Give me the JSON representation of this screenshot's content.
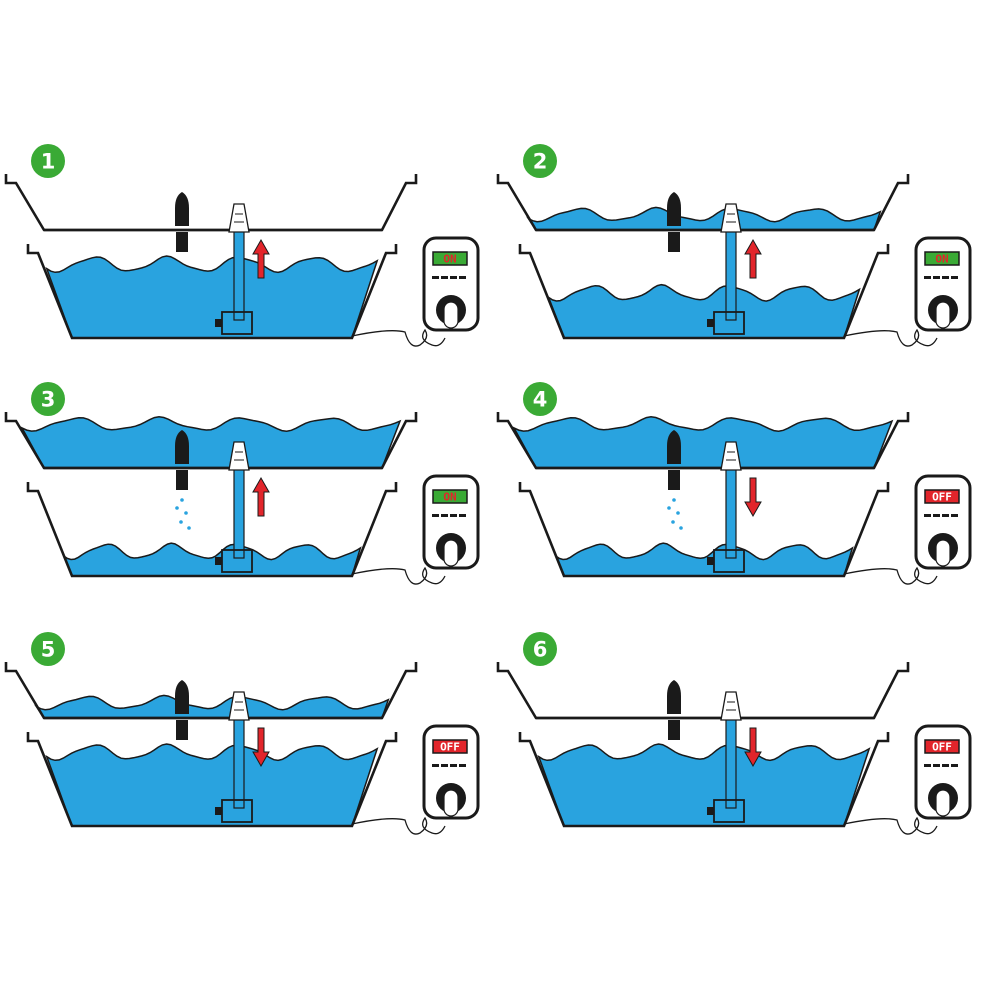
{
  "colors": {
    "water": "#29a3df",
    "line": "#1a1a1a",
    "badge": "#3aaa35",
    "arrow": "#e2252b",
    "on_screen": "#3aaa35",
    "off_screen": "#e2252b",
    "screen_text": "#e2252b",
    "drip": "#29a3df"
  },
  "icons": [
    "float-switch-icon",
    "pump-icon",
    "timer-plug-icon",
    "arrow-up-icon",
    "arrow-down-icon"
  ],
  "steps": [
    {
      "number": "1",
      "timer": "ON",
      "arrow": "up",
      "upper_level": 0,
      "lower_level": 0.9,
      "drip": false
    },
    {
      "number": "2",
      "timer": "ON",
      "arrow": "up",
      "upper_level": 0.35,
      "lower_level": 0.55,
      "drip": false
    },
    {
      "number": "3",
      "timer": "ON",
      "arrow": "up",
      "upper_level": 1.0,
      "lower_level": 0.3,
      "drip": true
    },
    {
      "number": "4",
      "timer": "OFF",
      "arrow": "down",
      "upper_level": 1.0,
      "lower_level": 0.3,
      "drip": true
    },
    {
      "number": "5",
      "timer": "OFF",
      "arrow": "down",
      "upper_level": 0.35,
      "lower_level": 0.9,
      "drip": false
    },
    {
      "number": "6",
      "timer": "OFF",
      "arrow": "down",
      "upper_level": 0,
      "lower_level": 0.9,
      "drip": false
    }
  ]
}
